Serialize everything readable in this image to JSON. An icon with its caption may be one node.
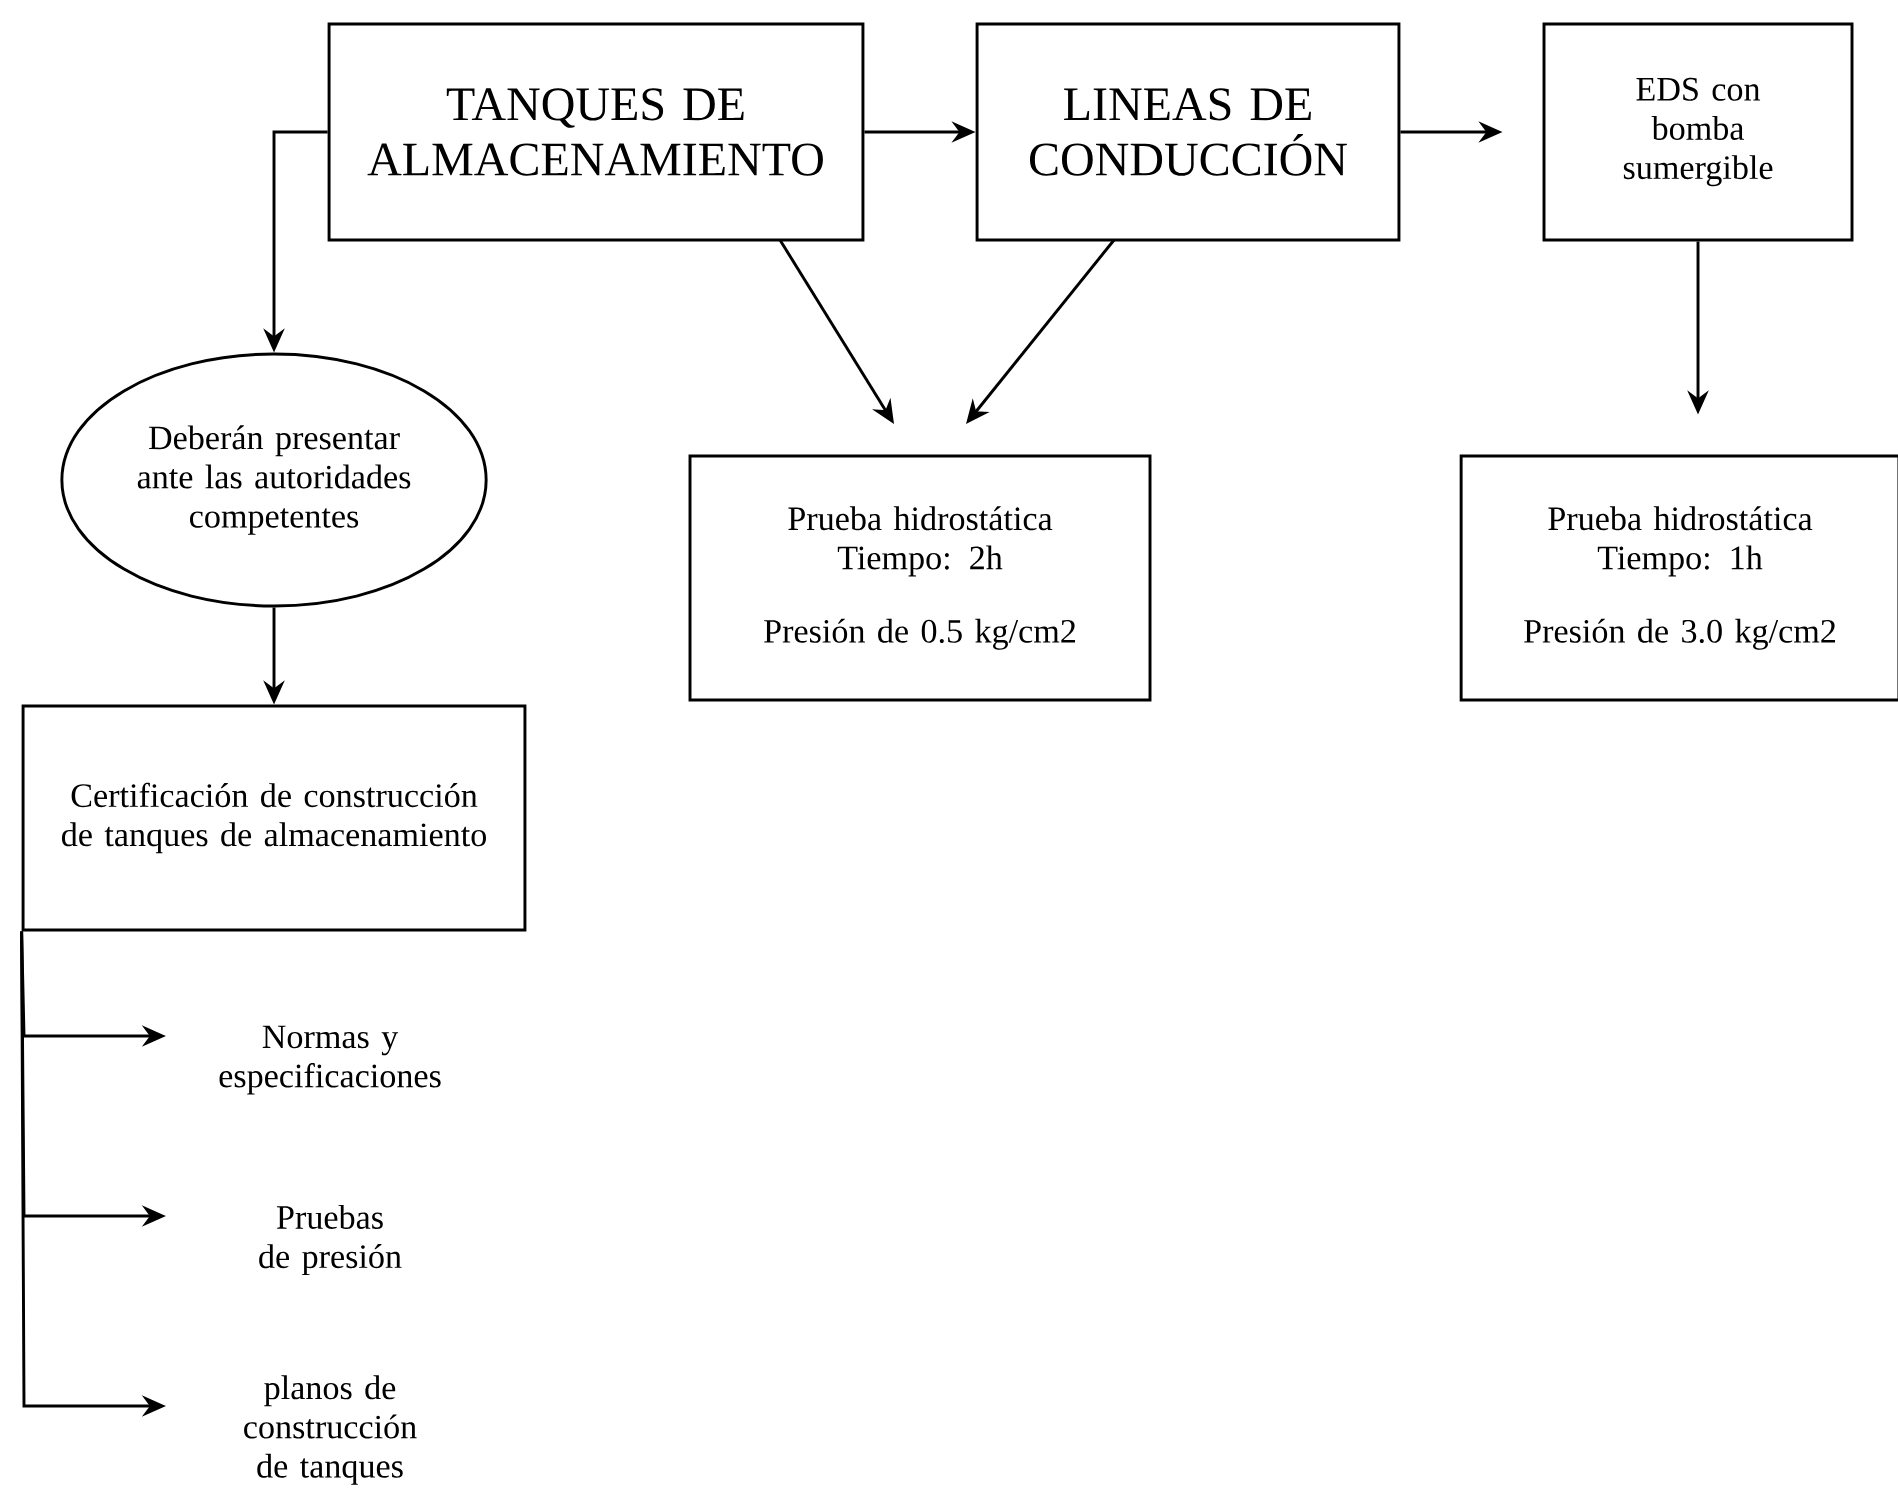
{
  "diagram": {
    "nodes": [
      {
        "text": [
          "TANQUES DE ALMACENAMIENTO"
        ]
      },
      {
        "text": [
          "LINEAS DE CONDUCCIÓN"
        ]
      },
      {
        "text": [
          "EDS con bomba sumergible"
        ]
      },
      {
        "text": [
          "Deberán presentar ante las autoridades competentes"
        ]
      },
      {
        "text": [
          "Prueba hidrostática Tiempo: 2h",
          "Presión de 0.5 kg/cm2"
        ]
      },
      {
        "text": [
          "Prueba hidrostática Tiempo: 1h",
          "Presión de 3.0 kg/cm2"
        ]
      },
      {
        "text": [
          "Certificación de construcción de tanques de almacenamiento"
        ]
      },
      {
        "text": [
          "Normas y especificaciones"
        ]
      },
      {
        "text": [
          "Pruebas de presión"
        ]
      },
      {
        "text": [
          "planos de construcción de tanques"
        ]
      }
    ],
    "edges": [
      {
        "from": 0,
        "to": 1,
        "arrow": "to"
      },
      {
        "from": 1,
        "to": 2,
        "arrow": "to"
      },
      {
        "from": 0,
        "to": 3,
        "arrow": "to"
      },
      {
        "from": 0,
        "to": 4,
        "arrow": "to"
      },
      {
        "from": 1,
        "to": 4,
        "arrow": "to"
      },
      {
        "from": 2,
        "to": 5,
        "arrow": "to"
      },
      {
        "from": 3,
        "to": 6,
        "arrow": "to"
      },
      {
        "from": 6,
        "to": 7,
        "arrow": "to"
      },
      {
        "from": 6,
        "to": 8,
        "arrow": "to"
      },
      {
        "from": 6,
        "to": 9,
        "arrow": "to"
      }
    ]
  }
}
